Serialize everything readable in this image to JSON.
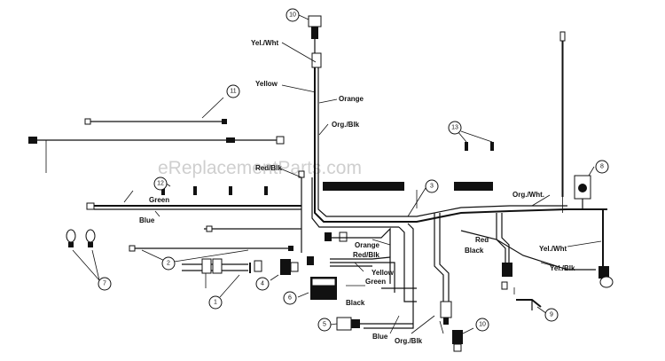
{
  "watermark": "eReplacementParts.com",
  "wire_labels": {
    "yel_wht_top": "Yel./Wht",
    "yellow_top": "Yellow",
    "orange_top": "Orange",
    "org_blk_top": "Org./Blk",
    "red_blk_left": "Red/Blk",
    "green_left": "Green",
    "blue_left": "Blue",
    "orange_mid": "Orange",
    "red_blk_mid": "Red/Blk",
    "yellow_mid": "Yellow",
    "green_mid": "Green",
    "black_mid": "Black",
    "org_wht_right": "Org./Wht.",
    "red_right": "Red",
    "black_right": "Black",
    "yel_wht_right": "Yel./Wht",
    "yel_blk_right": "Yel./Blk",
    "blue_bottom": "Blue",
    "org_blk_bottom": "Org./Blk"
  },
  "callouts": {
    "c1": "1",
    "c2": "2",
    "c3": "3",
    "c4": "4",
    "c5": "5",
    "c6": "6",
    "c7": "7",
    "c8": "8",
    "c9": "9",
    "c10_top": "10",
    "c10_bottom": "10",
    "c11": "11",
    "c12": "12",
    "c13": "13"
  }
}
